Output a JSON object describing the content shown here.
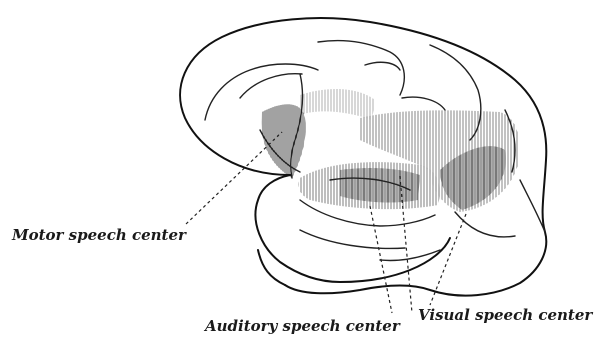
{
  "labels": {
    "motor": "Motor speech center",
    "auditory": "Auditory speech center",
    "visual": "Visual speech center"
  },
  "colors": {
    "ink": "#111111",
    "hatch": "#7a7a7a",
    "hatch_dark": "#555555",
    "paper": "#ffffff"
  }
}
